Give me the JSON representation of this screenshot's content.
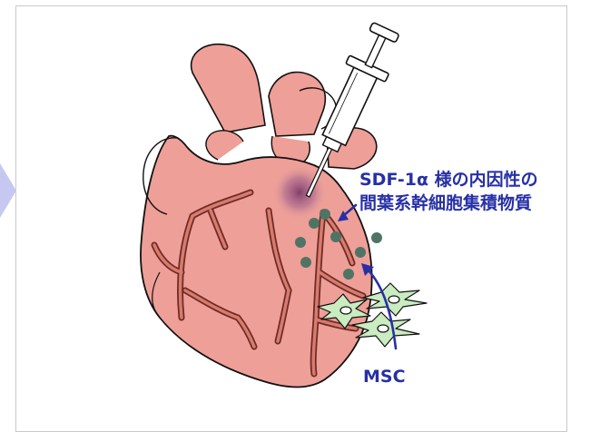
{
  "labels": {
    "factor_line1": "SDF-1α 様の内因性の",
    "factor_line2": "間葉系幹細胞集積物質",
    "cell": "MSC"
  },
  "colors": {
    "heart_fill": "#ee9f97",
    "heart_shadow": "#dc8a82",
    "vessel": "#a8574b",
    "cells_dot": "#4f7466",
    "msc_fill": "#c9ecc0",
    "label_blue": "#2730a6",
    "injection_glow": "#8d4a74",
    "side_arrow": "#c6c8f1",
    "frame": "#c9c9c9"
  }
}
